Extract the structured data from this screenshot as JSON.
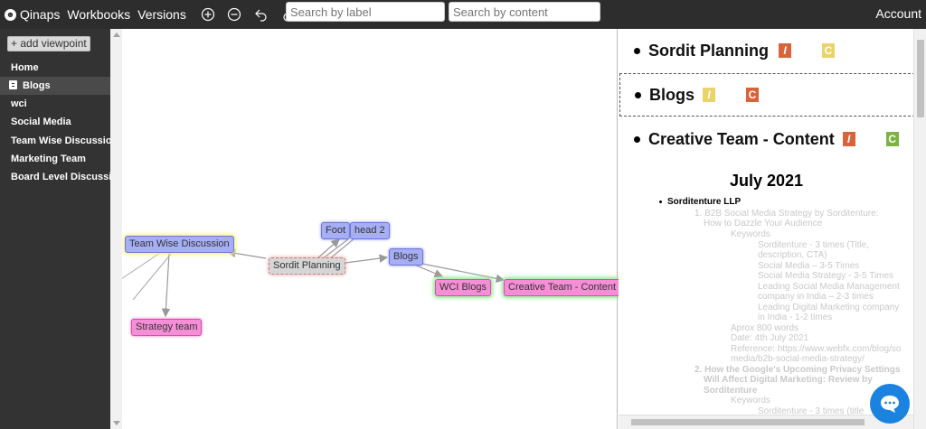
{
  "topbar": {
    "app_name": "Qinaps",
    "nav": [
      "Workbooks",
      "Versions"
    ],
    "search_label_placeholder": "Search by label",
    "search_content_placeholder": "Search by content",
    "account": "Account"
  },
  "sidebar": {
    "add_viewpoint": "+ add viewpoint",
    "items": [
      {
        "label": "Home"
      },
      {
        "label": "Blogs",
        "active": true
      },
      {
        "label": "wci"
      },
      {
        "label": "Social Media"
      },
      {
        "label": "Team Wise Discussion"
      },
      {
        "label": "Marketing Team"
      },
      {
        "label": "Board Level Discussion"
      }
    ]
  },
  "graph": {
    "nodes": {
      "team_wise": "Team Wise Discussion",
      "strategy": "Strategy team",
      "foot": "Foot",
      "head2": "head 2",
      "sordit": "Sordit Planning",
      "blogs": "Blogs",
      "wci_blogs": "WCI Blogs",
      "creative": "Creative Team - Content"
    }
  },
  "panel": {
    "headings": [
      {
        "text": "Sordit Planning",
        "badges": [
          {
            "label": "I",
            "color": "#d9643a"
          },
          {
            "label": "C",
            "color": "#e9d36a"
          }
        ]
      },
      {
        "text": "Blogs",
        "badges": [
          {
            "label": "I",
            "color": "#e9d36a"
          },
          {
            "label": "C",
            "color": "#d9643a"
          }
        ]
      },
      {
        "text": "Creative Team - Content",
        "badges": [
          {
            "label": "I",
            "color": "#d9643a"
          },
          {
            "label": "C",
            "color": "#7cb342"
          }
        ]
      }
    ],
    "month": "July 2021",
    "company": "Sorditenture LLP",
    "lines": [
      "1.   B2B Social Media Strategy by Sorditenture:",
      "How to Dazzle Your Audience",
      "Keywords",
      "Sorditenture - 3 times (Title,",
      "description, CTA)",
      "Social Media – 3-5 Times",
      "Social Media Strategy - 3-5 Times",
      "Leading Social Media Management",
      "company in India – 2-3 times",
      "Leading Digital Marketing company",
      "in India - 1-2 times",
      "Aprox 800 words",
      "Date: 4th July 2021",
      "Reference: https://www.webfx.com/blog/so",
      "media/b2b-social-media-strategy/",
      "2. How the Google's Upcoming Privacy Settings",
      "Will Affect Digital Marketing: Review by",
      "Sorditenture",
      "Keywords",
      "Sorditenture - 3 times (title"
    ]
  },
  "colors": {
    "topbar": "#2d2d2d",
    "sidebar": "#333333",
    "node_blue": "#a6aef5",
    "node_pink": "#f68ed7",
    "chat": "#1a83e0"
  }
}
